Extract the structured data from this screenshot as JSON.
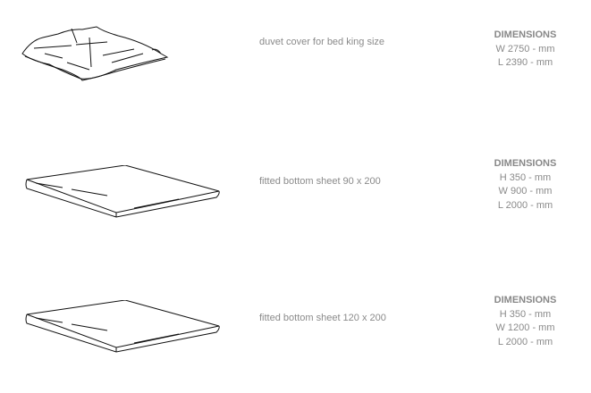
{
  "items": [
    {
      "description": "duvet cover for bed king size",
      "dims_title": "DIMENSIONS",
      "dims": [
        "W 2750 - mm",
        "L 2390 - mm"
      ],
      "icon": "duvet-icon"
    },
    {
      "description": "fitted bottom sheet 90 x 200",
      "dims_title": "DIMENSIONS",
      "dims": [
        "H 350 - mm",
        "W 900 - mm",
        "L 2000 - mm"
      ],
      "icon": "sheet-icon"
    },
    {
      "description": "fitted bottom sheet 120 x 200",
      "dims_title": "DIMENSIONS",
      "dims": [
        "H 350 - mm",
        "W 1200 - mm",
        "L 2000 - mm"
      ],
      "icon": "sheet-icon"
    }
  ]
}
